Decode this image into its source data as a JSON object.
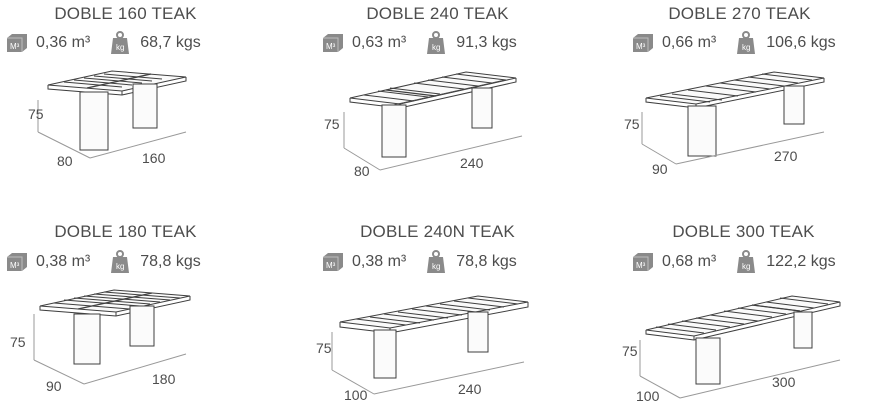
{
  "tables": [
    {
      "name": "DOBLE 160 TEAK",
      "volume": "0,36 m³",
      "weight": "68,7 kgs",
      "height": "75",
      "width": "80",
      "length": "160"
    },
    {
      "name": "DOBLE 240 TEAK",
      "volume": "0,63 m³",
      "weight": "91,3 kgs",
      "height": "75",
      "width": "80",
      "length": "240"
    },
    {
      "name": "DOBLE 270 TEAK",
      "volume": "0,66 m³",
      "weight": "106,6 kgs",
      "height": "75",
      "width": "90",
      "length": "270"
    },
    {
      "name": "DOBLE 180 TEAK",
      "volume": "0,38 m³",
      "weight": "78,8 kgs",
      "height": "75",
      "width": "90",
      "length": "180"
    },
    {
      "name": "DOBLE 240N TEAK",
      "volume": "0,38 m³",
      "weight": "78,8 kgs",
      "height": "75",
      "width": "100",
      "length": "240"
    },
    {
      "name": "DOBLE 300 TEAK",
      "volume": "0,68 m³",
      "weight": "122,2 kgs",
      "height": "75",
      "width": "100",
      "length": "300"
    }
  ],
  "icons": {
    "volume": "volume-cube-icon",
    "weight": "weight-icon"
  },
  "colors": {
    "text": "#4d4d4d",
    "icon": "#8a8a8a",
    "line": "#3f3f3f"
  }
}
